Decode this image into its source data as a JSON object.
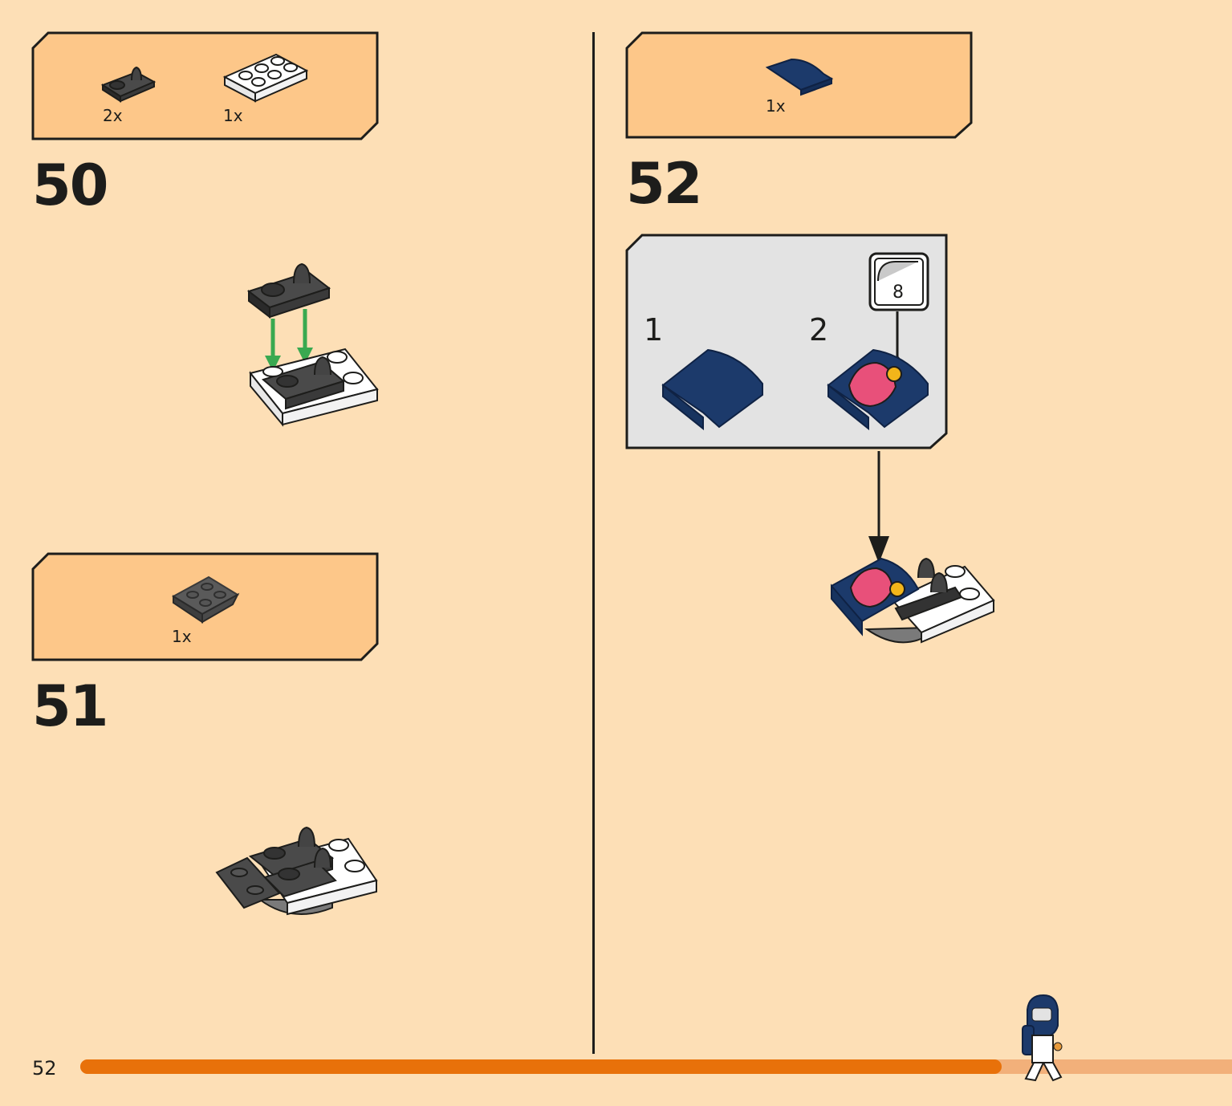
{
  "page": {
    "number": "52",
    "progress_fraction": 0.8
  },
  "colors": {
    "background": "#fddfb6",
    "parts_box": "#fdc789",
    "sub_box": "#e3e3e3",
    "progress": "#e8710a",
    "progress_track": "#f2b07a",
    "arrow_green": "#39a950",
    "brick_dark": "#333333",
    "brick_blue": "#1c3a6b"
  },
  "steps": [
    {
      "number": "50",
      "parts": [
        {
          "icon": "dark-clip-plate-icon",
          "qty": "2x"
        },
        {
          "icon": "white-plate-2x3-icon",
          "qty": "1x"
        }
      ]
    },
    {
      "number": "51",
      "parts": [
        {
          "icon": "dark-inverted-slope-icon",
          "qty": "1x"
        }
      ]
    },
    {
      "number": "52",
      "parts": [
        {
          "icon": "blue-curved-slope-icon",
          "qty": "1x"
        }
      ],
      "substeps": [
        {
          "number": "1"
        },
        {
          "number": "2"
        }
      ],
      "sticker": {
        "number": "8"
      }
    }
  ]
}
